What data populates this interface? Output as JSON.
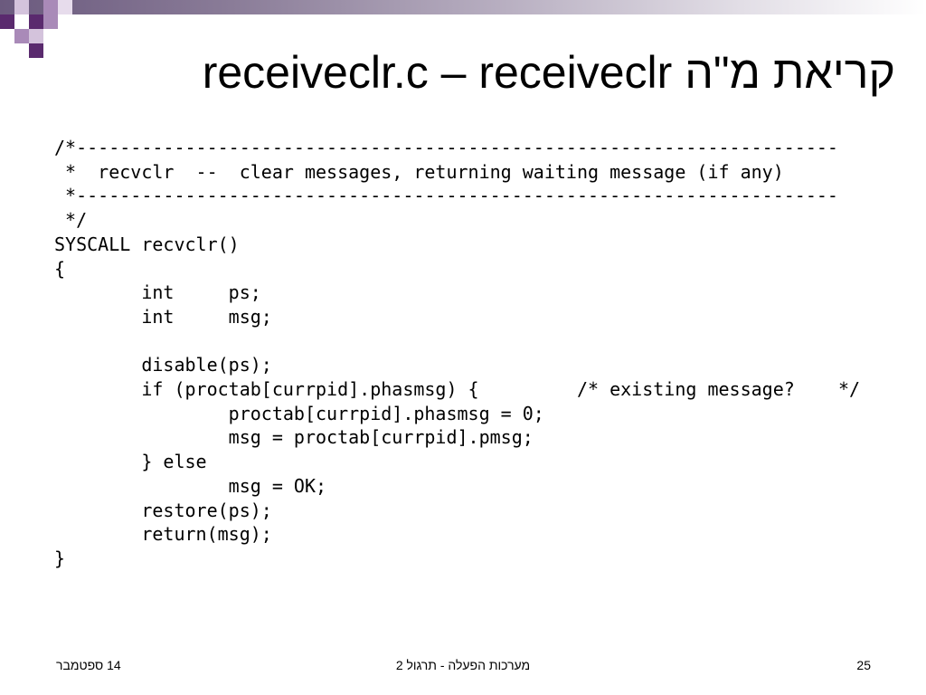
{
  "slide": {
    "title": "receiveclr.c – receiveclr קריאת מ\"ה",
    "code_lines": [
      "/*----------------------------------------------------------------------",
      " *  recvclr  --  clear messages, returning waiting message (if any)",
      " *----------------------------------------------------------------------",
      " */",
      "SYSCALL recvclr()",
      "{",
      "        int     ps;",
      "        int     msg;",
      "",
      "        disable(ps);",
      "        if (proctab[currpid].phasmsg) {         /* existing message?    */",
      "                proctab[currpid].phasmsg = 0;",
      "                msg = proctab[currpid].pmsg;",
      "        } else",
      "                msg = OK;",
      "        restore(ps);",
      "        return(msg);",
      "}"
    ]
  },
  "footer": {
    "date": "14 ספטמבר",
    "course": "מערכות הפעלה - תרגול 2",
    "page_number": "25"
  },
  "theme": {
    "accent_purple": "#5a2a6e",
    "accent_lilac": "#a98ab8",
    "accent_lavender": "#d4c3dc"
  }
}
